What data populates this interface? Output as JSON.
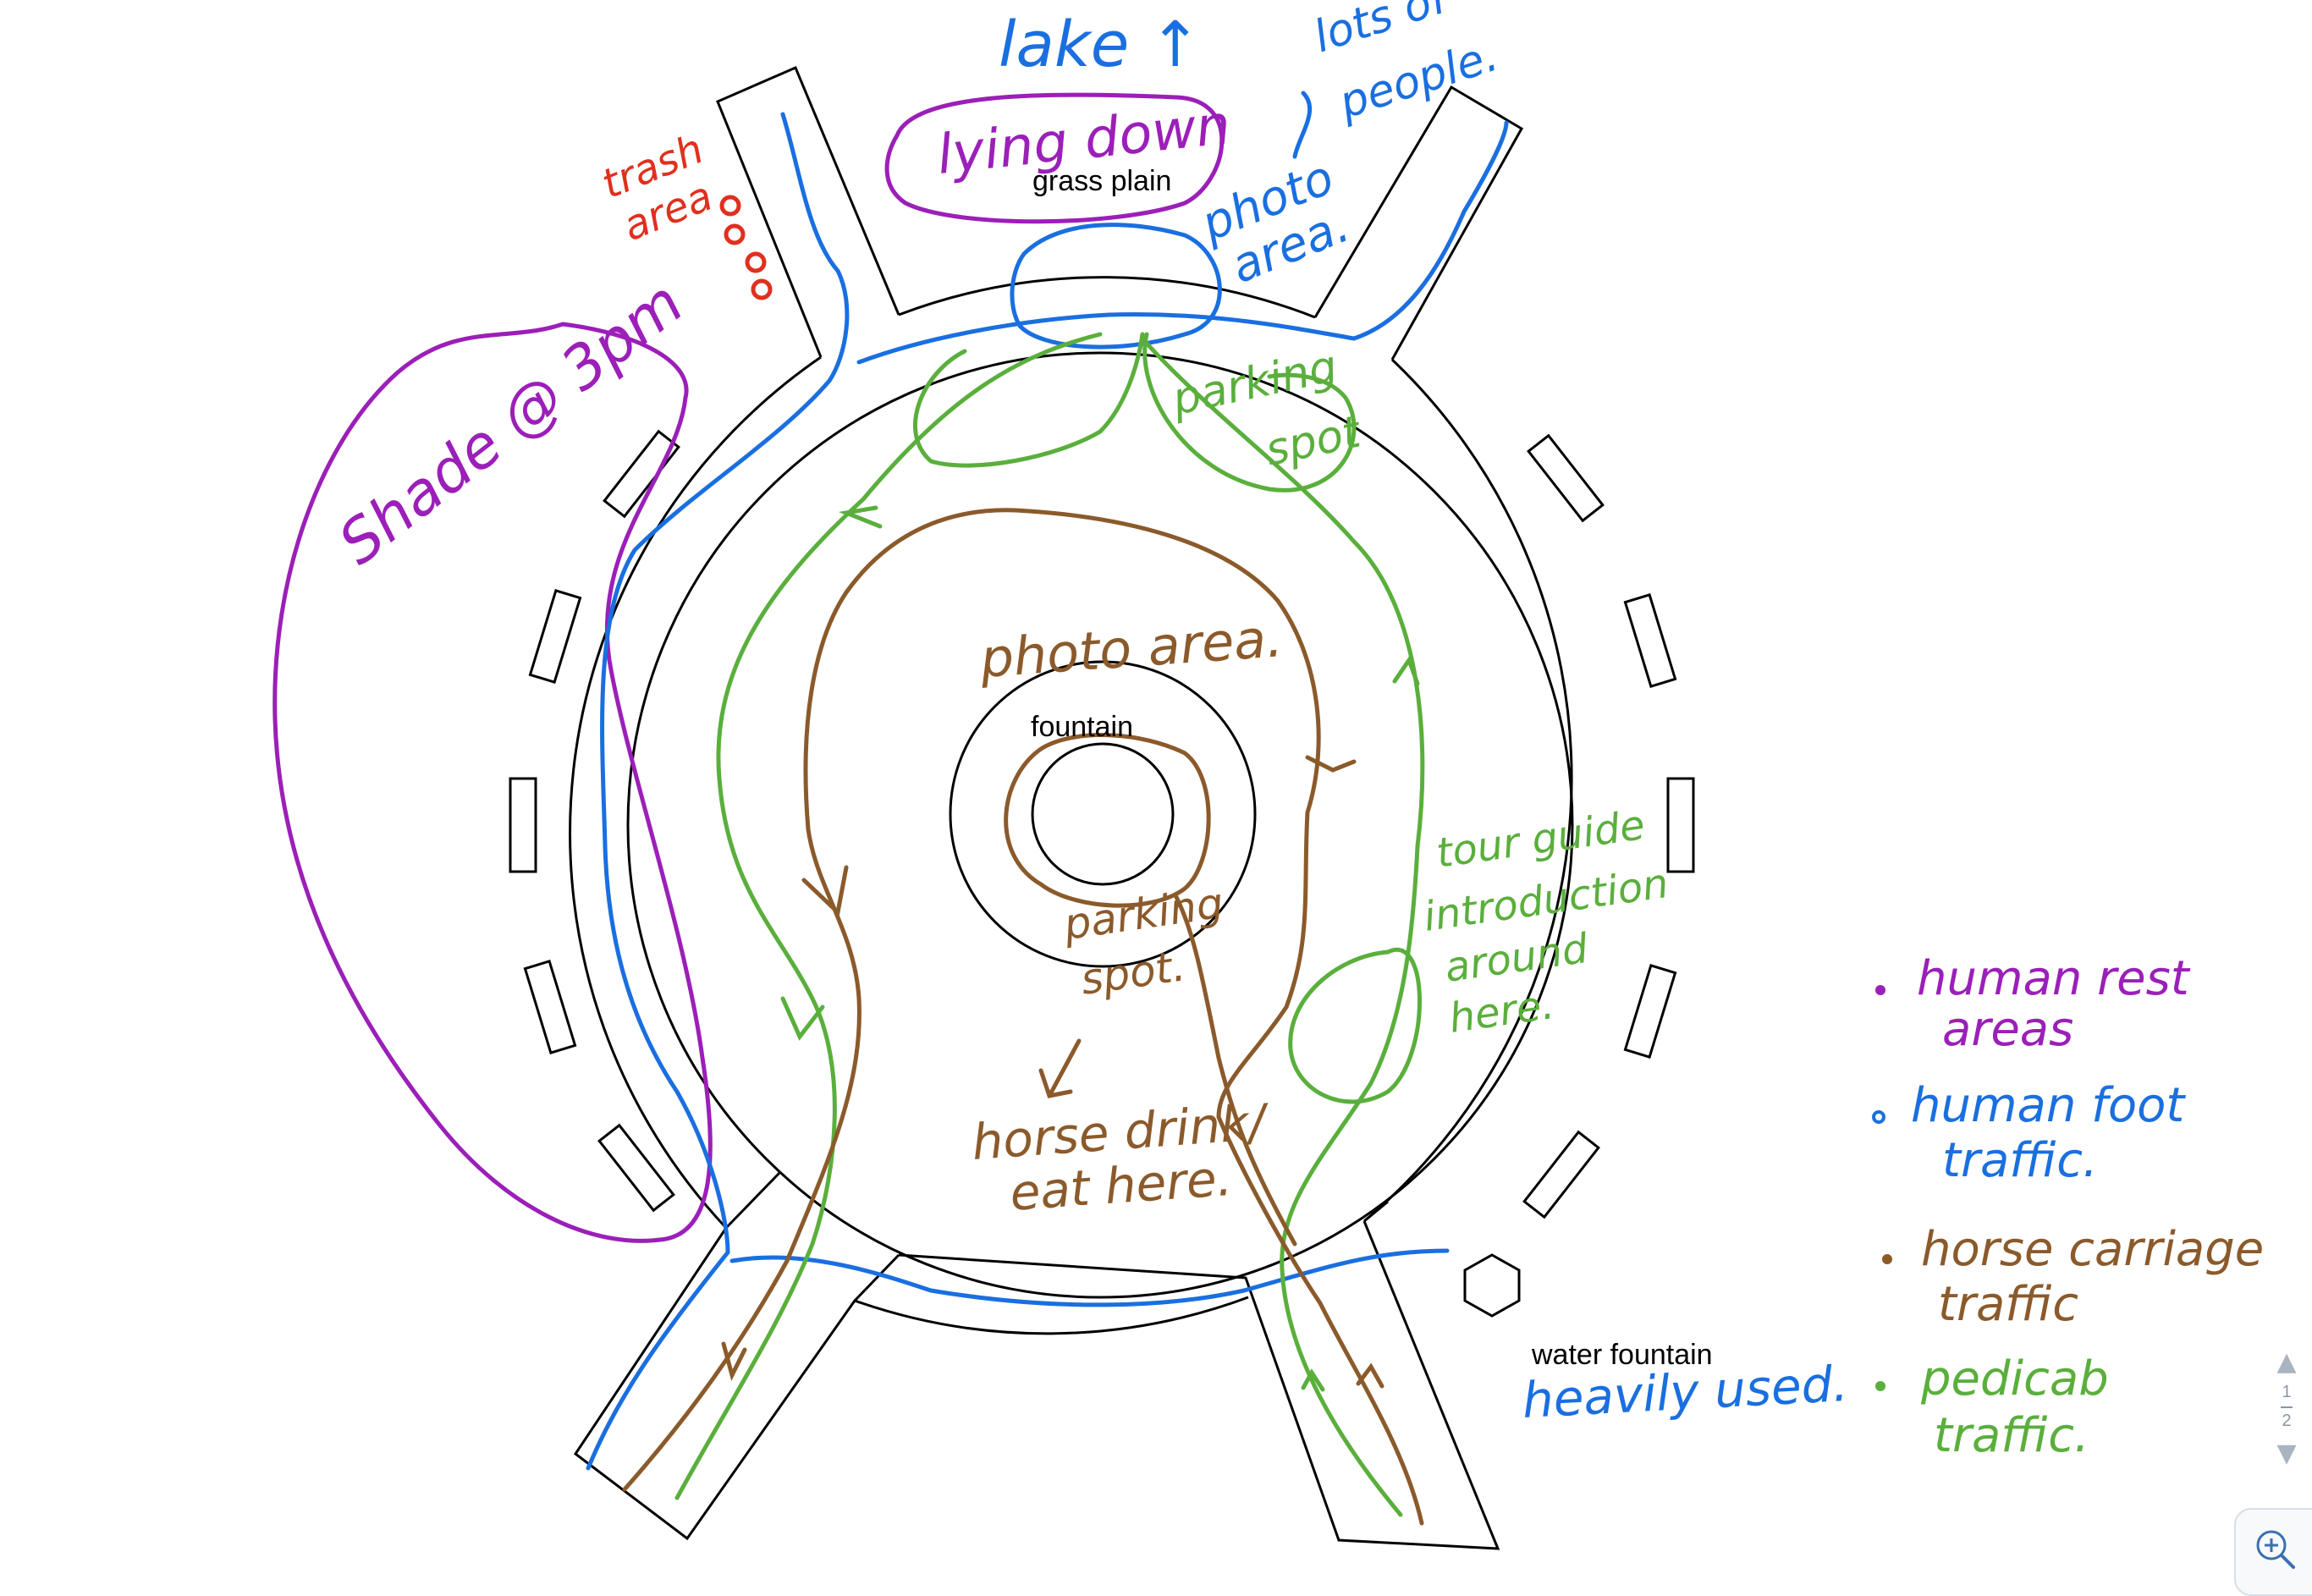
{
  "labels": {
    "lake": "lake ↑",
    "lots_people_1": "lots of",
    "lots_people_2": "people.",
    "lying_down": "lying down",
    "grass_plain": "grass plain",
    "trash_1": "trash",
    "trash_2": "area",
    "photo_top_1": "photo",
    "photo_top_2": "area.",
    "shade": "Shade @ 3pm",
    "parking_top_1": "parking",
    "parking_top_2": "spot",
    "photo_center": "photo area.",
    "fountain": "fountain",
    "parking_center_1": "parking",
    "parking_center_2": "spot.",
    "horse_drink_1": "horse drink/",
    "horse_drink_2": "eat here.",
    "tour_1": "tour guide",
    "tour_2": "introduction",
    "tour_3": "around",
    "tour_4": "here.",
    "water_fountain": "water fountain",
    "heavily_used": "heavily used."
  },
  "legend": [
    {
      "line1": "human rest",
      "line2": "areas",
      "color": "#9b1fb8"
    },
    {
      "line1": "human foot",
      "line2": "traffic.",
      "color": "#1a6fe0"
    },
    {
      "line1": "horse carriage",
      "line2": "traffic",
      "color": "#8b5a2b"
    },
    {
      "line1": "pedicab",
      "line2": "traffic.",
      "color": "#5aaf3c"
    }
  ],
  "pager": {
    "current": "1",
    "total": "2"
  },
  "colors": {
    "rest": "#9b1fb8",
    "foot": "#1a6fe0",
    "horse": "#8b5a2b",
    "pedicab": "#5aaf3c",
    "trash": "#e0301e",
    "outline": "#000000"
  },
  "icons": {
    "zoom": "zoom-in-icon",
    "page_up": "triangle-up-icon",
    "page_down": "triangle-down-icon"
  }
}
